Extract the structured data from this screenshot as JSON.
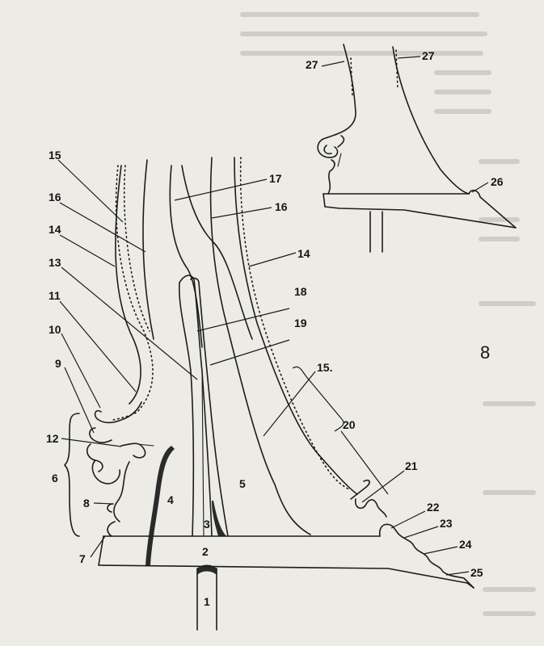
{
  "figure": {
    "number": "8",
    "labels": [
      "1",
      "2",
      "3",
      "4",
      "5",
      "6",
      "7",
      "8",
      "9",
      "10",
      "11",
      "12",
      "13",
      "14",
      "15",
      "16",
      "17",
      "18",
      "19",
      "20",
      "21",
      "22",
      "23",
      "24",
      "25",
      "26",
      "27",
      "27",
      "14",
      "15",
      "16",
      "15."
    ]
  },
  "colors": {
    "paper": "#ecebe6",
    "ink": "#1c1c1c"
  }
}
